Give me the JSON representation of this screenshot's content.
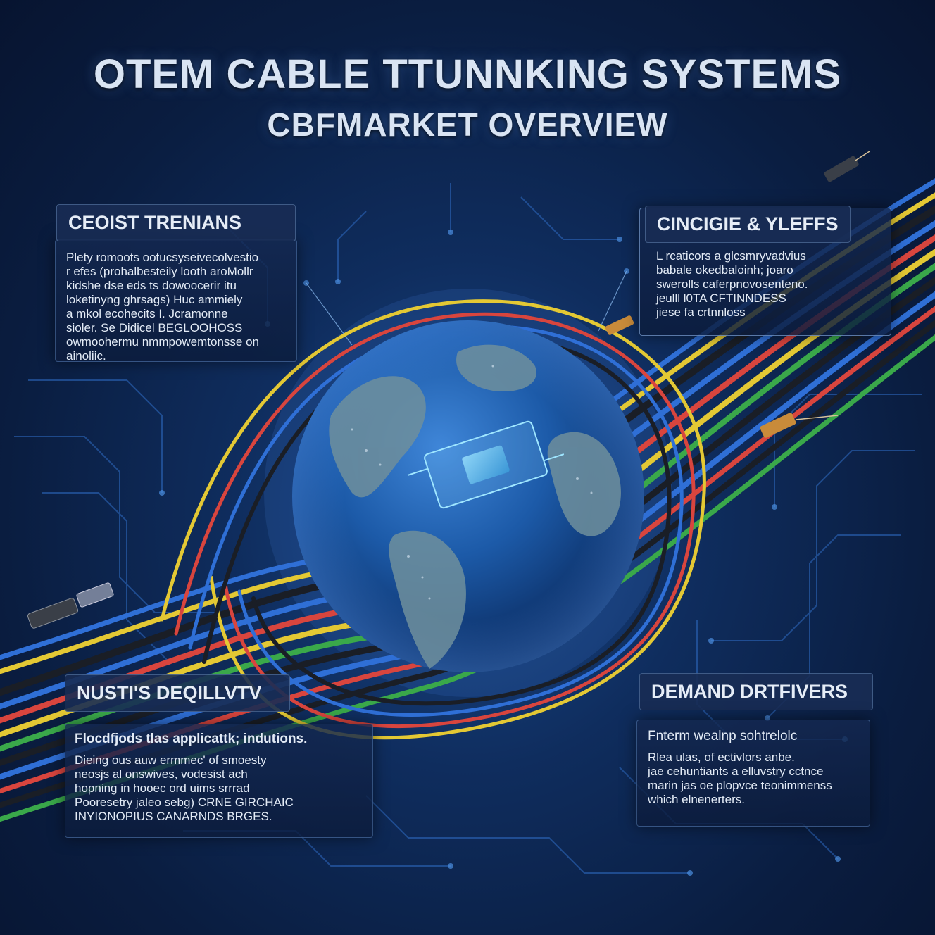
{
  "title": {
    "line1": "OTEM CABLE TTUNNKING SYSTEMS",
    "line2": "CBFMARKET OVERVIEW"
  },
  "panels": {
    "top_left": {
      "heading": "CEOIST TRENIANS",
      "lines": [
        "Plety romoots ootucsyseivecolvestio",
        "r efes (prohalbesteily looth aroMollr",
        "kidshe dse eds ts dowoocerir itu",
        "loketinyng ghrsags) Huc ammiely",
        "a mkol ecohecits I. Jcramonne",
        "sioler. Se Didicel BEGLOOHOSS",
        "owmoohermu nmmpowemtonsse on",
        "ainoliic."
      ]
    },
    "top_right": {
      "heading": "CINCIGIE & YLEFFS",
      "lines": [
        "L rcaticors a glcsmryvadvius",
        "babale okedbaloinh; joaro",
        "swerolls caferpnovosenteno.",
        "jeulll l0TA CFTINNDESS",
        "jiese fa crtnnloss"
      ]
    },
    "bottom_left": {
      "heading": "NUSTI'S DEQILLVTV",
      "lead": "Flocdfjods tlas applicattk; indutions.",
      "lines": [
        "Dieing ous auw ermmec' of smoesty",
        "neosjs al onswives, vodesist ach",
        "hopning in hooec ord uims srrrad",
        "Pooresetry jaleo sebg) CRNE GIRCHAIC",
        "INYIONOPIUS CANARNDS BRGES."
      ]
    },
    "bottom_right": {
      "heading": "DEMAND DRTFIVERS",
      "lead": "Fnterm wealnp sohtrelolc",
      "lines": [
        "Rlea ulas, of ectivlors anbe.",
        "jae cehuntiants a elluvstry cctnce",
        "marin jas oe plopvce teonimmenss",
        "which elnenerters."
      ]
    }
  },
  "colors": {
    "background": "#0f2d5e",
    "cable_blue": "#2f6fd6",
    "cable_red": "#d8453e",
    "cable_yellow": "#e3c834",
    "cable_green": "#3aa84a",
    "cable_black": "#1a1e26",
    "globe_ocean": "#1c5aa8",
    "globe_land": "#6f8f9c"
  },
  "icons": [
    "globe-icon",
    "circuit-traces",
    "cable-bundle",
    "rj45-connector-icon",
    "fiber-connector-icon",
    "chip-hologram-icon"
  ]
}
